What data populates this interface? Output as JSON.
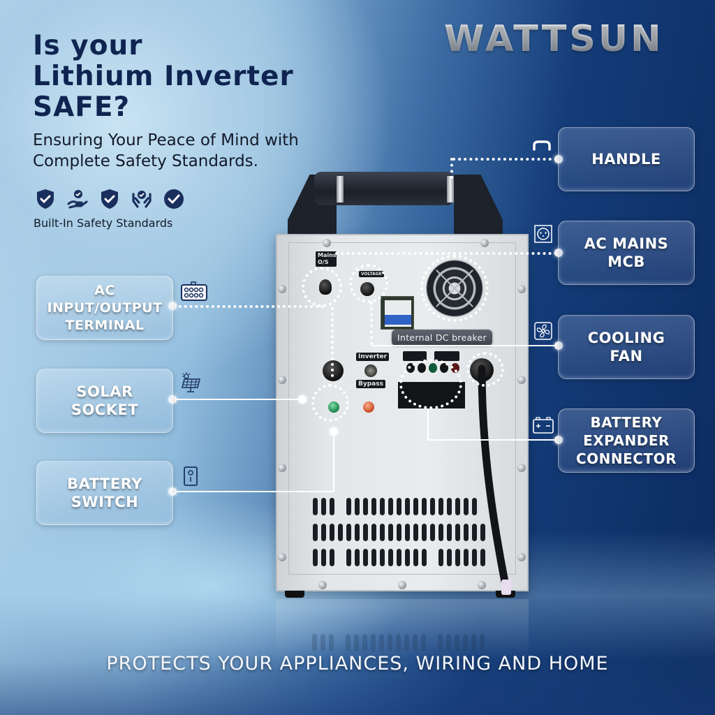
{
  "brand": {
    "logo": "WATTSUN"
  },
  "headline": {
    "line1": "Is your",
    "line2": "Lithium Inverter",
    "line3": "SAFE?"
  },
  "subheadline": {
    "line1": "Ensuring Your Peace of Mind with",
    "line2": "Complete Safety Standards."
  },
  "safety": {
    "icons": [
      "shield-check-icon",
      "hand-badge-icon",
      "shield-check-icon",
      "hands-care-icon",
      "circle-check-icon"
    ],
    "caption": "Built-In Safety Standards"
  },
  "device": {
    "inline_label": "Internal DC breaker",
    "panel_tags": {
      "mains": "Mains O/S",
      "voltage": "VOLTAGE",
      "inverter": "Inverter",
      "bypass": "Bypass"
    }
  },
  "callouts": {
    "left": [
      {
        "label": "AC\nINPUT/OUTPUT\nTERMINAL",
        "icon": "terminal-block-icon"
      },
      {
        "label": "SOLAR\nSOCKET",
        "icon": "solar-panel-icon"
      },
      {
        "label": "BATTERY\nSWITCH",
        "icon": "switch-icon"
      }
    ],
    "right": [
      {
        "label": "HANDLE",
        "icon": "handle-icon"
      },
      {
        "label": "AC MAINS\nMCB",
        "icon": "power-socket-icon"
      },
      {
        "label": "COOLING\nFAN",
        "icon": "fan-icon"
      },
      {
        "label": "BATTERY\nEXPANDER\nCONNECTOR",
        "icon": "battery-icon"
      }
    ]
  },
  "tagline": "PROTECTS YOUR APPLIANCES, WIRING AND HOME",
  "colors": {
    "headline": "#0f2450",
    "background_light": "#b7d8ee",
    "background_dark": "#0b2a60",
    "callout_text": "#ffffff"
  }
}
